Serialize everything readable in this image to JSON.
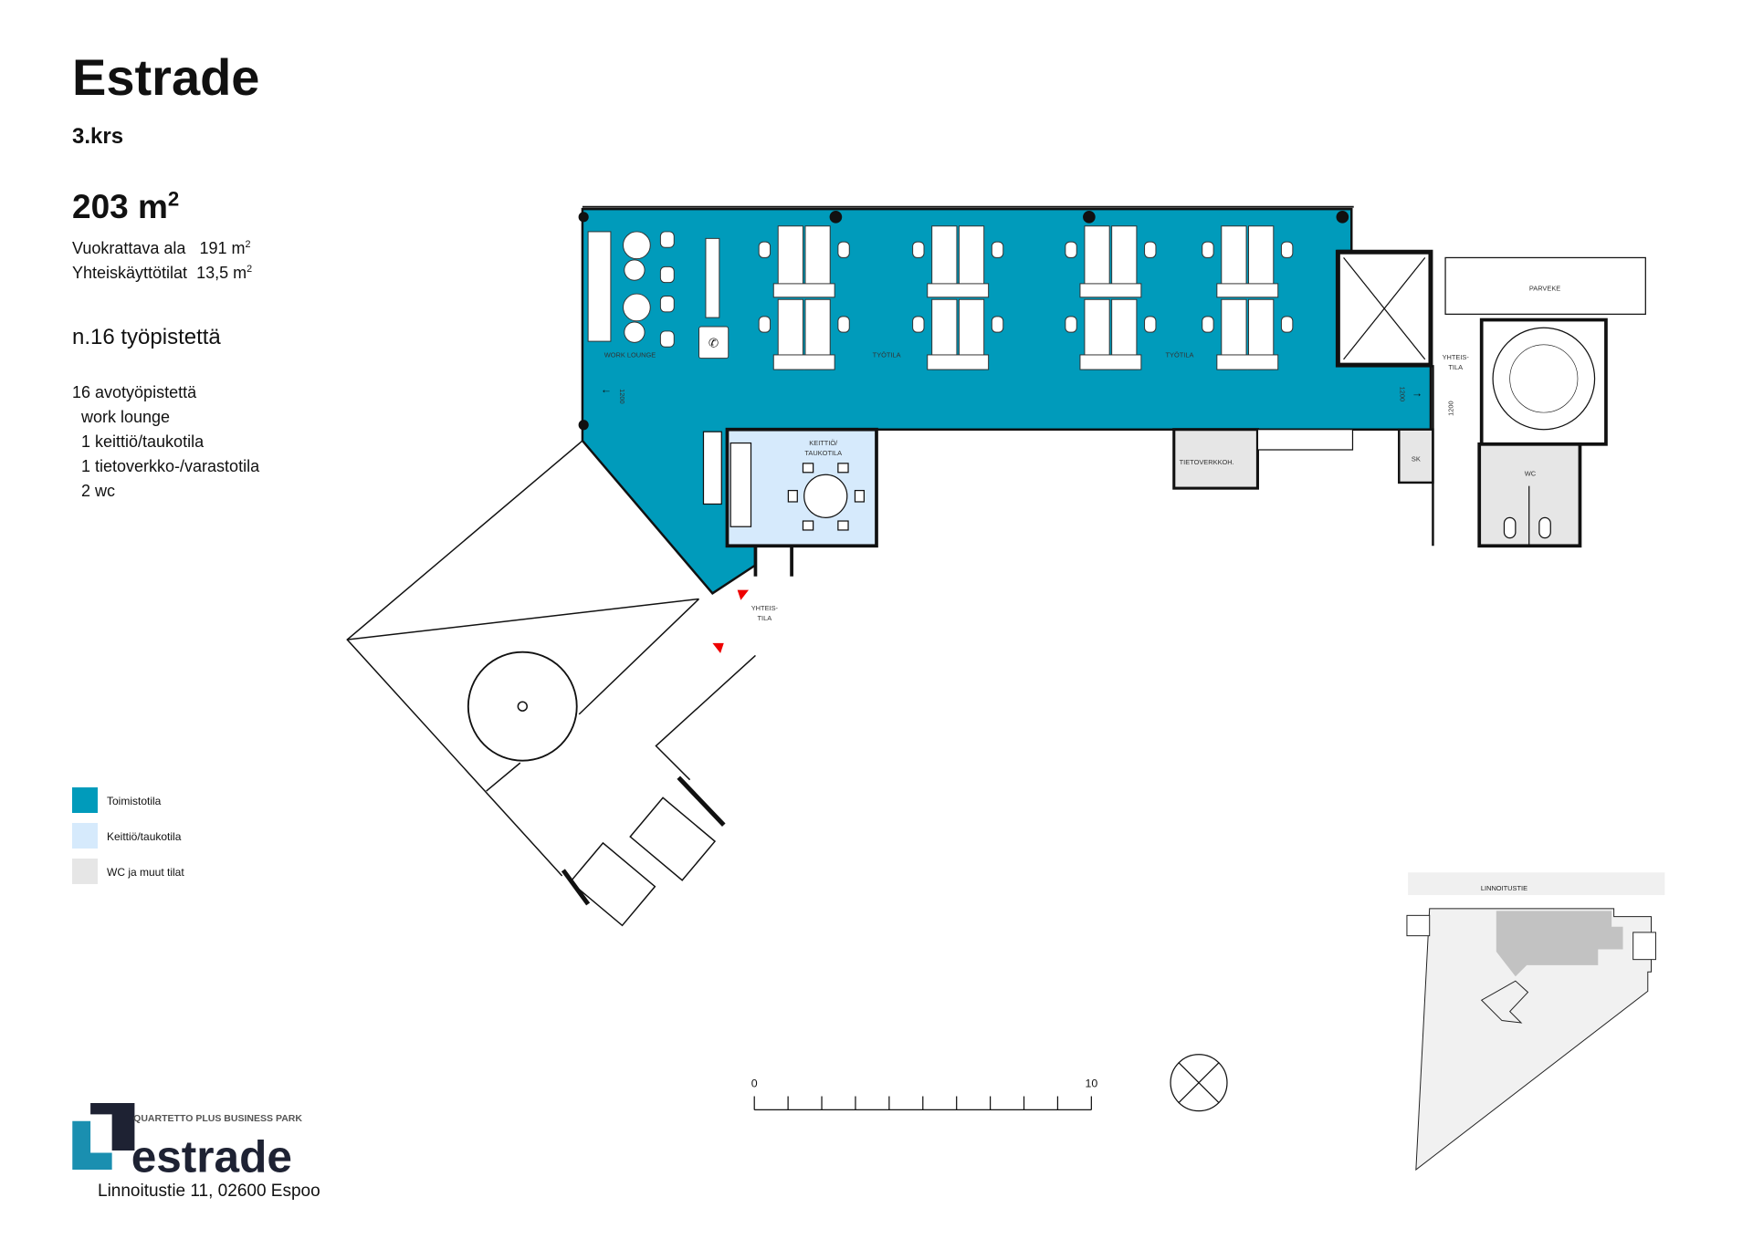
{
  "header": {
    "title": "Estrade",
    "floor": "3.krs",
    "total_area": "203 m",
    "total_area_sup": "2"
  },
  "areas": [
    {
      "label": "Vuokrattava ala",
      "value": "191 m",
      "sup": "2"
    },
    {
      "label": "Yhteiskäyttötilat",
      "value": "13,5 m",
      "sup": "2"
    }
  ],
  "workstations": "n.16 työpistettä",
  "features": [
    "16 avotyöpistettä",
    "work lounge",
    "1 keittiö/taukotila",
    "1 tietoverkko-/varastotila",
    "2 wc"
  ],
  "legend": [
    {
      "label": "Toimistotila",
      "color": "#009bbb"
    },
    {
      "label": "Keittiö/taukotila",
      "color": "#d6eafc"
    },
    {
      "label": "WC ja muut tilat",
      "color": "#e6e6e6"
    }
  ],
  "plan_labels": {
    "work_lounge": "WORK LOUNGE",
    "tyotila_1": "TYÖTILA",
    "tyotila_2": "TYÖTILA",
    "keittio_1": "KEITTIÖ/",
    "keittio_2": "TAUKOTILA",
    "tietoverkko": "TIETOVERKKOH.",
    "parveke": "PARVEKE",
    "yhteistila_right_1": "YHTEIS-",
    "yhteistila_right_2": "TILA",
    "yhteistila_left_1": "YHTEIS-",
    "yhteistila_left_2": "TILA",
    "sk": "SK",
    "wc": "WC",
    "door_width_1": "1200",
    "door_width_2": "1200",
    "door_width_3": "1200"
  },
  "scale_bar": {
    "start": "0",
    "end": "10",
    "ticks": 10
  },
  "site_map": {
    "street": "LINNOITUSTIE"
  },
  "logo": {
    "tagline": "QUARTETTO PLUS BUSINESS PARK",
    "name": "estrade"
  },
  "address": "Linnoitustie 11, 02600 Espoo",
  "colors": {
    "office": "#009bbb",
    "kitchen": "#d6eafc",
    "other": "#e6e6e6",
    "logo_dark": "#1e2233",
    "logo_teal": "#1a8fb0"
  }
}
